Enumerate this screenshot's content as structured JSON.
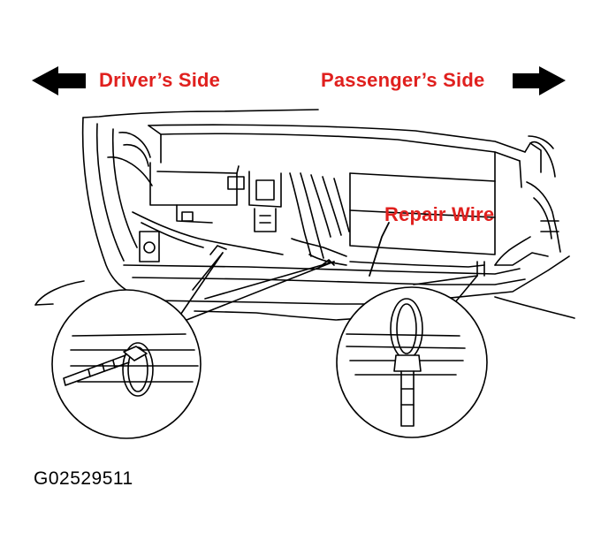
{
  "labels": {
    "driver_side": "Driver’s Side",
    "passenger_side": "Passenger’s Side",
    "repair_wire": "Repair Wire"
  },
  "figure_code": "G02529511",
  "colors": {
    "label_red": "#e0201e",
    "ink": "#000000",
    "background": "#ffffff"
  },
  "icons": {
    "left_arrow": "arrow-left-icon",
    "right_arrow": "arrow-right-icon"
  }
}
